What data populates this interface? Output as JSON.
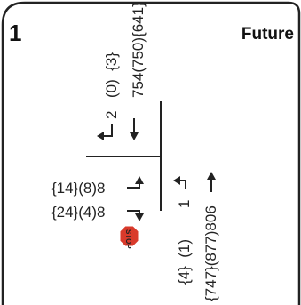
{
  "panel": {
    "number": "1",
    "title": "Future"
  },
  "northbound": {
    "volumes": "754(750){641}",
    "lanes": "(0)  {3}",
    "left_count": "2"
  },
  "westbound": {
    "thru_volumes": "{14}(8)8",
    "left_volumes": "{24}(4)8"
  },
  "southbound": {
    "volumes": "{747}(877)806",
    "lanes": "{4}  (1)",
    "right_count": "1"
  },
  "stop_sign": {
    "text": "STOP",
    "color": "#d93a2b"
  },
  "colors": {
    "border": "#222222",
    "text": "#222222"
  }
}
